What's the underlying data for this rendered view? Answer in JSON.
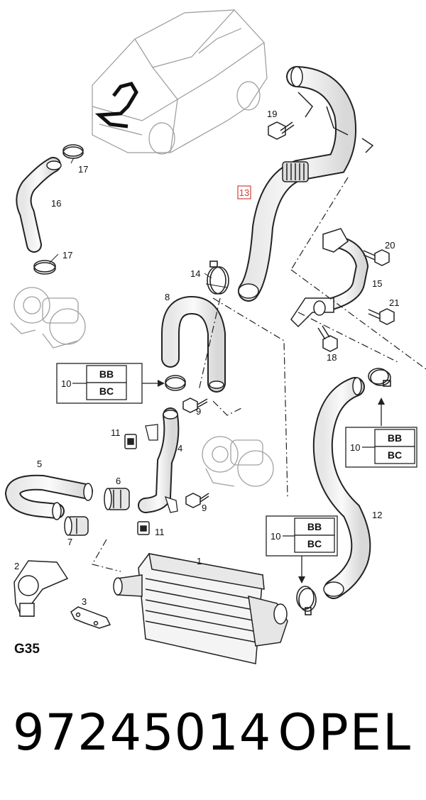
{
  "diagram": {
    "section_code": "G35",
    "highlighted_callout": "13",
    "callouts": {
      "c1": "1",
      "c2": "2",
      "c3": "3",
      "c4": "4",
      "c5": "5",
      "c6": "6",
      "c7": "7",
      "c8": "8",
      "c9a": "9",
      "c9b": "9",
      "c11a": "11",
      "c11b": "11",
      "c12": "12",
      "c13": "13",
      "c14": "14",
      "c15": "15",
      "c16": "16",
      "c17a": "17",
      "c17b": "17",
      "c18": "18",
      "c19": "19",
      "c20": "20",
      "c21": "21"
    },
    "variant_boxes": [
      {
        "ref": "10",
        "codes": [
          "BB",
          "BC"
        ]
      },
      {
        "ref": "10",
        "codes": [
          "BB",
          "BC"
        ]
      },
      {
        "ref": "10",
        "codes": [
          "BB",
          "BC"
        ]
      }
    ]
  },
  "footer": {
    "part_number": "97245014",
    "brand": "OPEL"
  }
}
